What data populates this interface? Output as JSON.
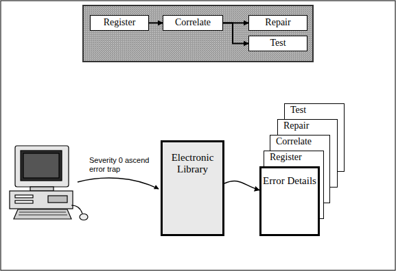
{
  "diagram": {
    "nodes": [
      {
        "text": [
          "Register"
        ]
      },
      {
        "text": [
          "Correlate"
        ]
      },
      {
        "text": [
          "Repair"
        ]
      },
      {
        "text": [
          "Test"
        ]
      },
      {
        "text": [
          "Electronic Library"
        ]
      },
      {
        "text": [
          "Test"
        ]
      },
      {
        "text": [
          "Repair"
        ]
      },
      {
        "text": [
          "Correlate"
        ]
      },
      {
        "text": [
          "Register"
        ]
      },
      {
        "text": [
          "Error Details"
        ]
      }
    ],
    "edges": [
      {
        "from": 0,
        "to": 1,
        "arrow": "to"
      },
      {
        "from": 1,
        "to": 2,
        "arrow": "to"
      },
      {
        "from": 1,
        "to": 3,
        "arrow": "to"
      },
      {
        "from": 4,
        "to": 9,
        "arrow": "to"
      }
    ],
    "labels": [
      "Severity 0 ascend error trap"
    ]
  }
}
